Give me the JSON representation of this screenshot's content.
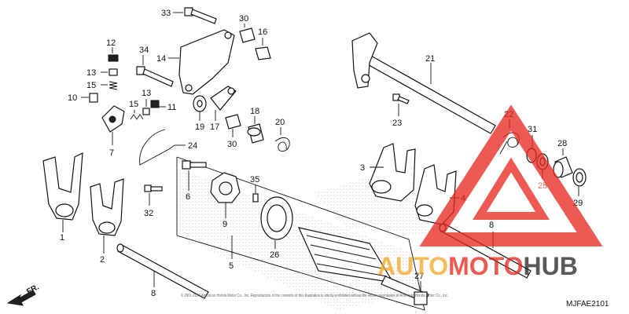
{
  "diagram": {
    "code": "MJFAE2101",
    "direction_label": "FR.",
    "copyright": "© 2001-2017 American Honda Motor Co., Inc. Reproduction of the contents of this illustration is strictly prohibited without the written permission of American Honda Motor Co., Inc."
  },
  "watermark": {
    "brand_a": "AUTO",
    "brand_b": "MOTO",
    "brand_c": "HUB",
    "colors": {
      "red": "#e8231b",
      "orange": "#f5a623",
      "dark": "#222222"
    }
  },
  "labels": {
    "l1": "1",
    "l2": "2",
    "l3": "3",
    "l4": "4",
    "l5": "5",
    "l6": "6",
    "l7": "7",
    "l8a": "8",
    "l8b": "8",
    "l9": "9",
    "l10": "10",
    "l11": "11",
    "l12": "12",
    "l13a": "13",
    "l13b": "13",
    "l14": "14",
    "l15a": "15",
    "l15b": "15",
    "l16": "16",
    "l17": "17",
    "l18": "18",
    "l19": "19",
    "l20": "20",
    "l21": "21",
    "l22": "22",
    "l23": "23",
    "l24": "24",
    "l25": "25",
    "l26": "26",
    "l27": "27",
    "l28": "28",
    "l29": "29",
    "l30a": "30",
    "l30b": "30",
    "l31": "31",
    "l32": "32",
    "l33": "33",
    "l34": "34",
    "l35": "35"
  }
}
